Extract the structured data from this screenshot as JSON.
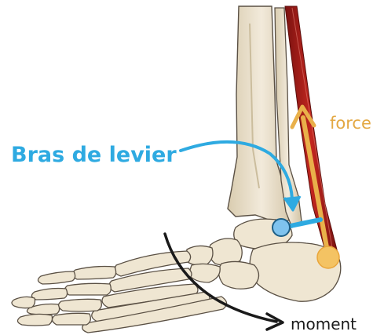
{
  "labels": {
    "lever_arm": "Bras de levier",
    "force": "force",
    "moment": "moment"
  },
  "colors": {
    "bone_fill": "#efe6d2",
    "bone_stroke": "#5a5044",
    "bone_shadow": "#d8ccb1",
    "muscle": "#b31f1a",
    "muscle_dark": "#7a1210",
    "force_arrow": "#e9b04a",
    "lever_arm": "#2eaae1",
    "joint_center": "#7fc3ee",
    "moment_arrow": "#1a1a1a",
    "text_dark": "#1a1a1a"
  },
  "icons": {
    "force_arrow": "arrow-up",
    "moment_arrow": "curved-arrow-right",
    "lever_arrow": "curved-arrow-down"
  }
}
